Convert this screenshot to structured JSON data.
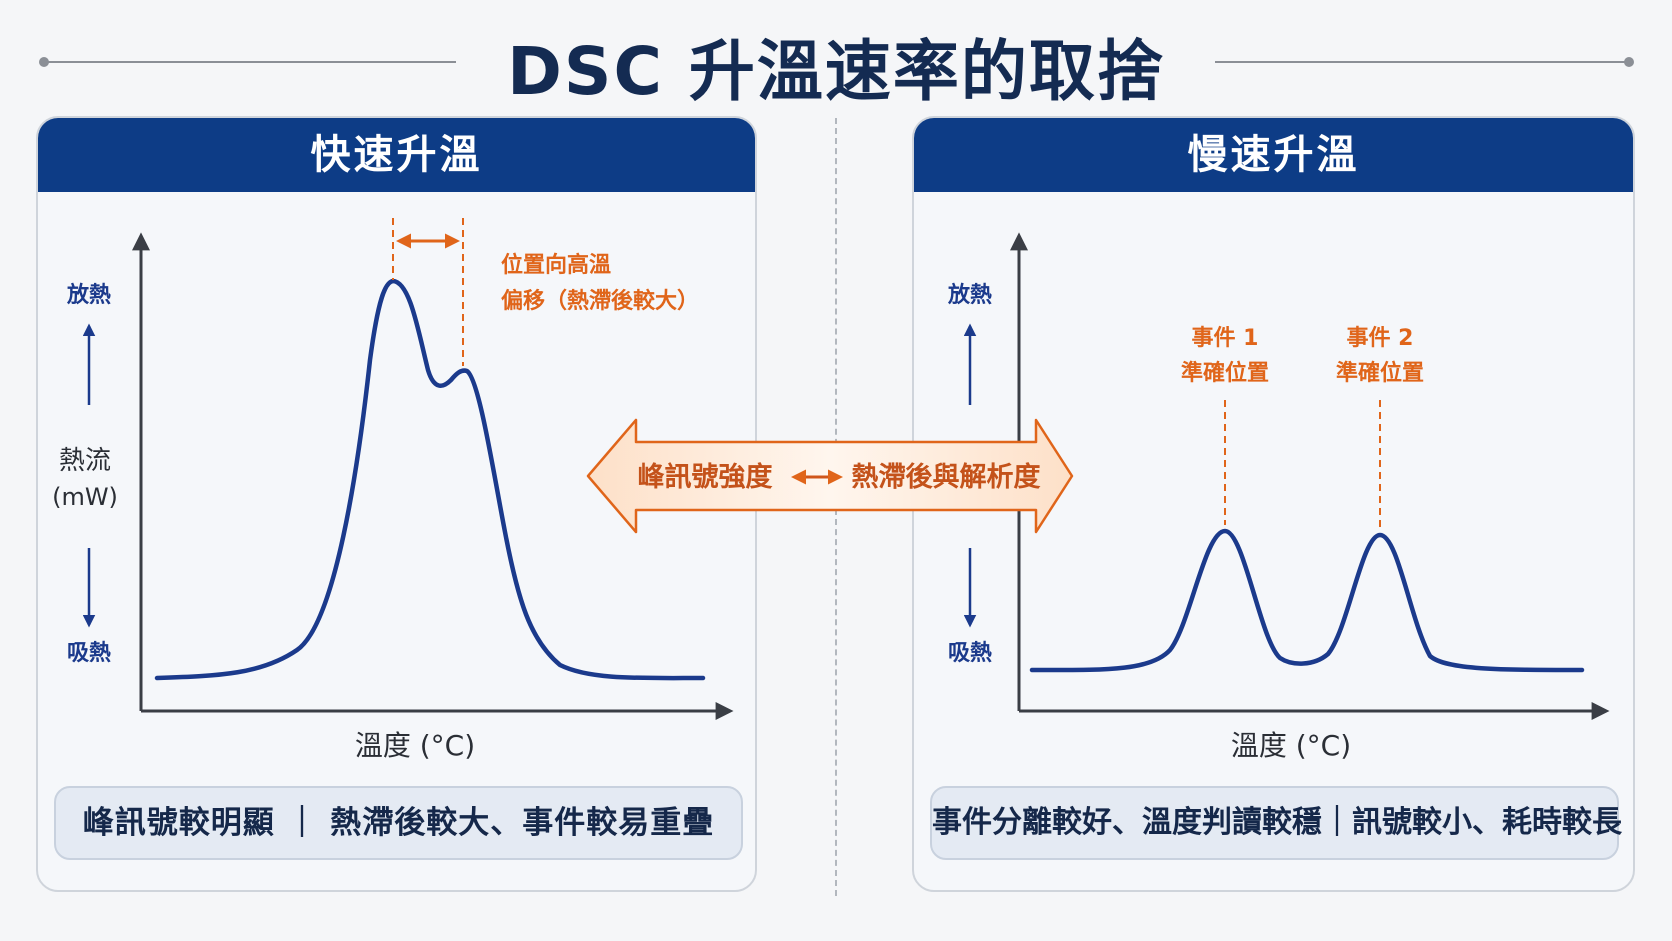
{
  "title": "DSC 升溫速率的取捨",
  "left_panel": {
    "header": "快速升溫",
    "y_top_label": "放熱",
    "y_mid_label": "熱流",
    "y_unit": "(mW)",
    "y_bottom_label": "吸熱",
    "x_label": "溫度 (°C)",
    "annotation_line1": "位置向高溫",
    "annotation_line2": "偏移（熱滯後較大）",
    "summary": "峰訊號較明顯 ｜ 熱滯後較大、事件較易重疊"
  },
  "right_panel": {
    "header": "慢速升溫",
    "y_top_label": "放熱",
    "y_bottom_label": "吸熱",
    "x_label": "溫度 (°C)",
    "event1_line1": "事件 1",
    "event1_line2": "準確位置",
    "event2_line1": "事件 2",
    "event2_line2": "準確位置",
    "summary": "事件分離較好、溫度判讀較穩｜訊號較小、耗時較長"
  },
  "tradeoff": {
    "left_text": "峰訊號強度",
    "right_text": "熱滯後與解析度"
  },
  "colors": {
    "navy": "#0d3c86",
    "curve": "#1b3a8c",
    "accent_orange": "#e0651a",
    "axis": "#3a3e45"
  }
}
